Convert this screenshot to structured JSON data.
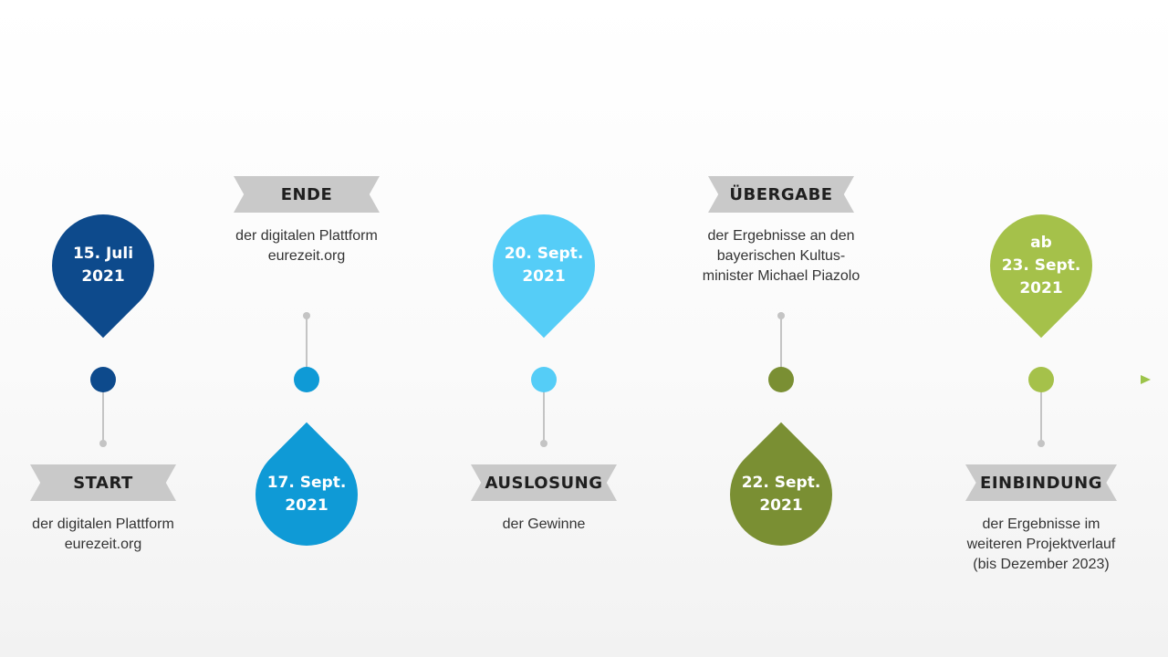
{
  "colors": {
    "navy": "#0d4a8c",
    "blue": "#0f9ad6",
    "cyan": "#55cdf7",
    "olive": "#7a8f33",
    "lime": "#a5c14a",
    "ribbon": "#c9c9c9",
    "connector": "#c4c4c4",
    "axis": "#5fa7cf"
  },
  "milestones": [
    {
      "id": "start",
      "pin_lines": [
        "15. Juli",
        "2021"
      ],
      "pin_direction": "up",
      "heading": "START",
      "description": [
        "der digitalen Plattform",
        "eurezeit.org"
      ],
      "color_key": "navy"
    },
    {
      "id": "ende",
      "pin_lines": [
        "17. Sept.",
        "2021"
      ],
      "pin_direction": "down",
      "heading": "ENDE",
      "description": [
        "der digitalen Plattform",
        "eurezeit.org"
      ],
      "color_key": "blue"
    },
    {
      "id": "auslosung",
      "pin_lines": [
        "20. Sept.",
        "2021"
      ],
      "pin_direction": "up",
      "heading": "AUSLOSUNG",
      "description": [
        "der Gewinne"
      ],
      "color_key": "cyan"
    },
    {
      "id": "uebergabe",
      "pin_lines": [
        "22. Sept.",
        "2021"
      ],
      "pin_direction": "down",
      "heading": "ÜBERGABE",
      "description": [
        "der  Ergebnisse an den",
        "bayerischen Kultus-",
        "minister Michael Piazolo"
      ],
      "color_key": "olive"
    },
    {
      "id": "einbindung",
      "pin_lines": [
        "ab",
        "23. Sept.",
        "2021"
      ],
      "pin_direction": "up",
      "heading": "EINBINDUNG",
      "description": [
        "der Ergebnisse im",
        "weiteren Projektverlauf",
        "(bis Dezember 2023)"
      ],
      "color_key": "lime"
    }
  ]
}
